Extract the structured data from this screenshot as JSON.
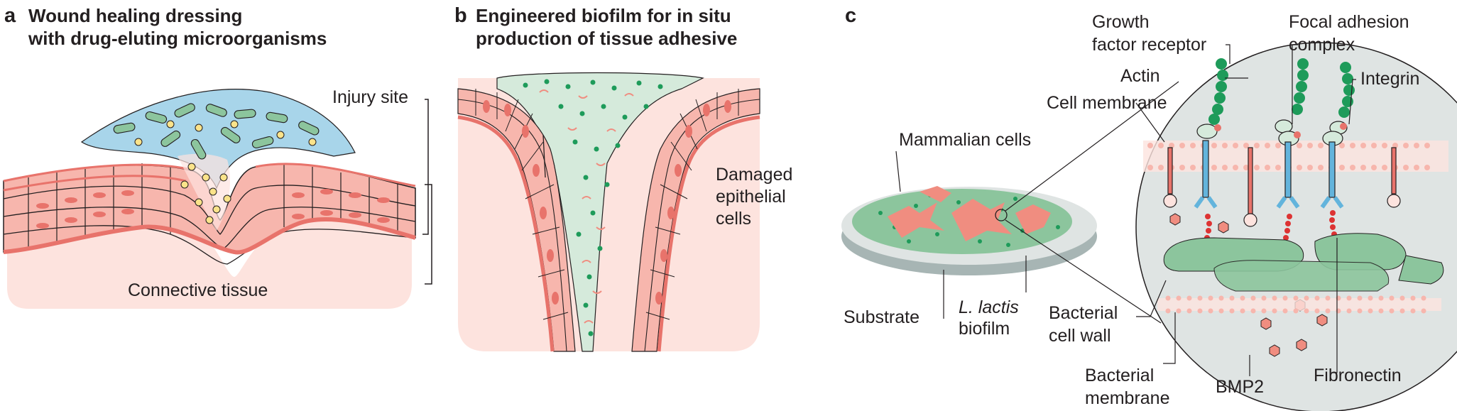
{
  "panel_a": {
    "letter": "a",
    "title_line1": "Wound healing dressing",
    "title_line2": "with drug-eluting microorganisms",
    "injury_site": "Injury site",
    "connective_tissue": "Connective tissue"
  },
  "panel_b": {
    "letter": "b",
    "title_line1": "Engineered biofilm for in situ",
    "title_line2": "production of tissue adhesive",
    "damaged_line1": "Damaged",
    "damaged_line2": "epithelial",
    "damaged_line3": "cells"
  },
  "panel_c": {
    "letter": "c",
    "growth_line1": "Growth",
    "growth_line2": "factor receptor",
    "focal_line1": "Focal adhesion",
    "focal_line2": "complex",
    "actin": "Actin",
    "integrin": "Integrin",
    "cell_membrane": "Cell membrane",
    "mammalian_cells": "Mammalian cells",
    "substrate": "Substrate",
    "lactis_italic": "L. lactis",
    "biofilm": "biofilm",
    "bacterial_cw_line1": "Bacterial",
    "bacterial_cw_line2": "cell wall",
    "bacterial_m_line1": "Bacterial",
    "bacterial_m_line2": "membrane",
    "bmp2": "BMP2",
    "fibronectin": "Fibronectin"
  },
  "colors": {
    "tissue_pink": "#f7b6ad",
    "tissue_dark": "#e8736b",
    "connective": "#fde3de",
    "dressing_blue": "#a8d5ea",
    "bacteria_green": "#8cc59d",
    "dark_green": "#1e9b5a",
    "biofilm_mint": "#d5eadb",
    "circle_gray": "#dfe4e3",
    "yellow": "#fbe38a",
    "salmon": "#f08d80",
    "receptor_blue": "#63b4dc"
  }
}
